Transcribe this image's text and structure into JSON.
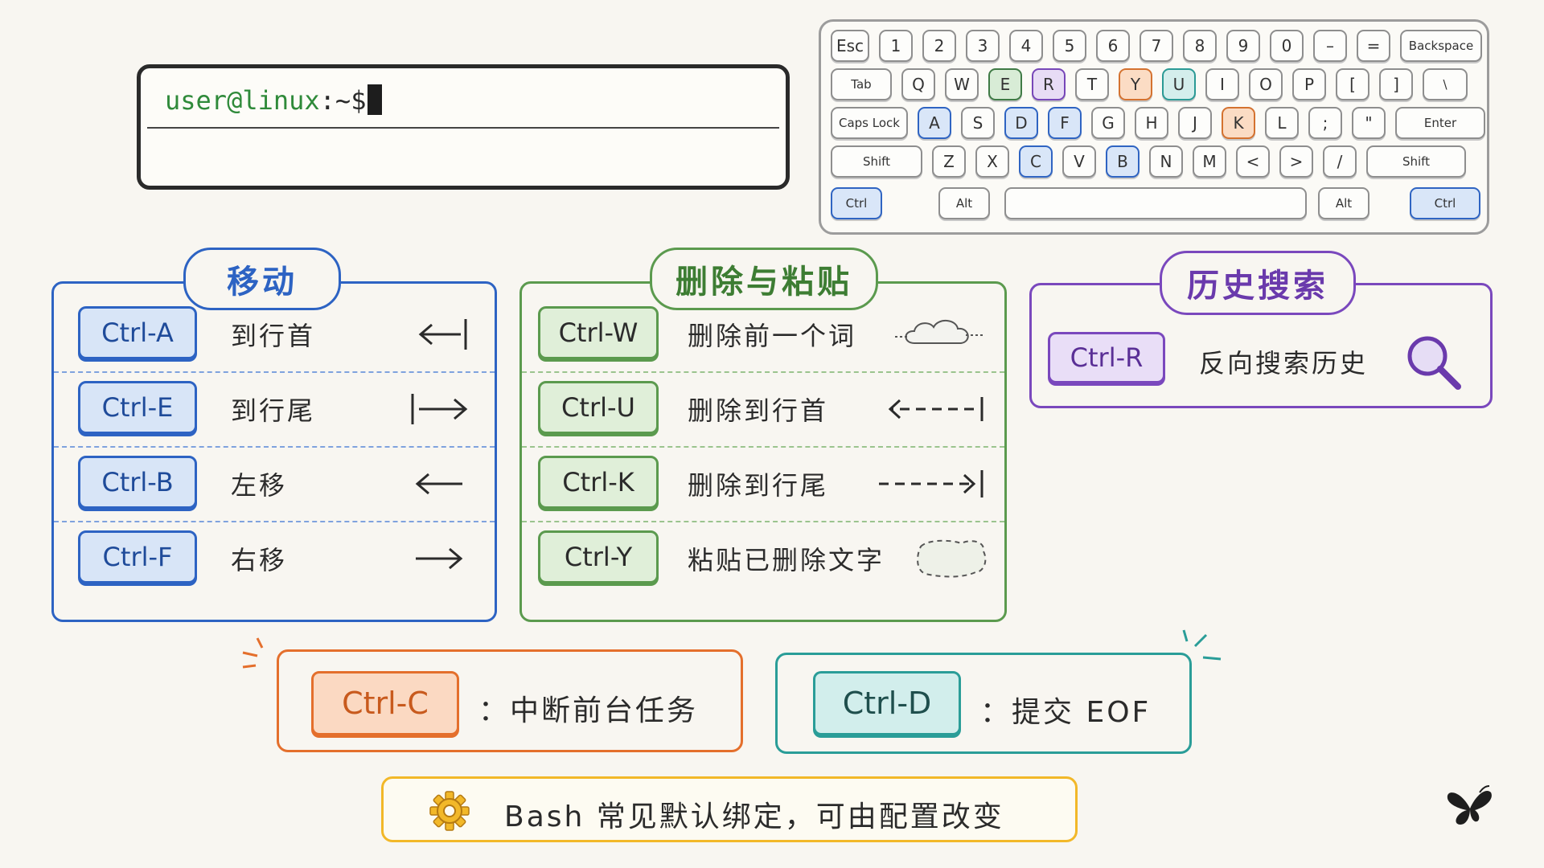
{
  "terminal": {
    "user_host": "user@linux",
    "path_sign": ":~$"
  },
  "keyboard": {
    "row1": [
      "Esc",
      "1",
      "2",
      "3",
      "4",
      "5",
      "6",
      "7",
      "8",
      "9",
      "0",
      "–",
      "=",
      "Backspace"
    ],
    "row2": [
      "Tab",
      "Q",
      "W",
      "E",
      "R",
      "T",
      "Y",
      "U",
      "I",
      "O",
      "P",
      "[",
      "]",
      "\\"
    ],
    "row3": [
      "Caps Lock",
      "A",
      "S",
      "D",
      "F",
      "G",
      "H",
      "J",
      "K",
      "L",
      ";",
      "\"",
      "Enter"
    ],
    "row4": [
      "Shift",
      "Z",
      "X",
      "C",
      "V",
      "B",
      "N",
      "M",
      "<",
      ">",
      "/",
      "Shift"
    ],
    "row5": [
      "Ctrl",
      "Alt",
      "",
      "Alt",
      "Ctrl"
    ]
  },
  "movement": {
    "title": "移动",
    "items": [
      {
        "key": "Ctrl-A",
        "desc": "到行首"
      },
      {
        "key": "Ctrl-E",
        "desc": "到行尾"
      },
      {
        "key": "Ctrl-B",
        "desc": "左移"
      },
      {
        "key": "Ctrl-F",
        "desc": "右移"
      }
    ]
  },
  "editing": {
    "title": "删除与粘贴",
    "items": [
      {
        "key": "Ctrl-W",
        "desc": "删除前一个词"
      },
      {
        "key": "Ctrl-U",
        "desc": "删除到行首"
      },
      {
        "key": "Ctrl-K",
        "desc": "删除到行尾"
      },
      {
        "key": "Ctrl-Y",
        "desc": "粘贴已删除文字"
      }
    ]
  },
  "history": {
    "title": "历史搜索",
    "key": "Ctrl-R",
    "desc": "反向搜索历史"
  },
  "interrupt": {
    "key": "Ctrl-C",
    "desc": "：中断前台任务"
  },
  "eof": {
    "key": "Ctrl-D",
    "desc": "：提交 EOF"
  },
  "footer": {
    "note": "Bash 常见默认绑定，可由配置改变"
  },
  "icons": {
    "movement": [
      "arrow-to-start-icon",
      "arrow-to-end-icon",
      "arrow-left-icon",
      "arrow-right-icon"
    ],
    "editing": [
      "cloud-icon",
      "dashed-arrow-to-start-icon",
      "dashed-arrow-to-end-icon",
      "dashed-cloud-icon"
    ],
    "history": "magnifier-icon",
    "footer": "gear-icon",
    "brand": "butterfly-icon"
  },
  "colors": {
    "movement": "#2d63c3",
    "editing": "#5b9a4e",
    "history": "#7a48bd",
    "interrupt": "#e46f2c",
    "eof": "#2a9d98",
    "footer": "#f2b829"
  }
}
